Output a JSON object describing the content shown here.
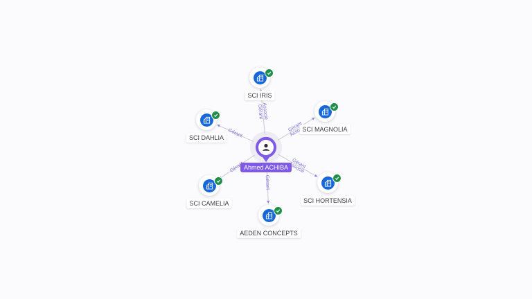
{
  "center": {
    "name": "Ahmed ACHIBA",
    "icon": "person-icon"
  },
  "companies": [
    {
      "id": "iris",
      "name": "SCI IRIS",
      "icon": "building-icon",
      "status": "active-check"
    },
    {
      "id": "magnolia",
      "name": "SCI MAGNOLIA",
      "icon": "building-icon",
      "status": "active-check"
    },
    {
      "id": "hortensia",
      "name": "SCI HORTENSIA",
      "icon": "building-icon",
      "status": "active-check"
    },
    {
      "id": "aeden",
      "name": "AEDEN CONCEPTS",
      "icon": "building-icon",
      "status": "active-check"
    },
    {
      "id": "camelia",
      "name": "SCI CAMELIA",
      "icon": "building-icon",
      "status": "active-check"
    },
    {
      "id": "dahlia",
      "name": "SCI DAHLIA",
      "icon": "building-icon",
      "status": "active-check"
    }
  ],
  "edges": [
    {
      "to": "iris",
      "labels": [
        "Gérant",
        "Associé"
      ]
    },
    {
      "to": "magnolia",
      "labels": [
        "Gérant",
        "Associé"
      ]
    },
    {
      "to": "hortensia",
      "labels": [
        "Gérant",
        "Associé"
      ]
    },
    {
      "to": "aeden",
      "labels": [
        "Gérant"
      ]
    },
    {
      "to": "camelia",
      "labels": [
        "Gérant"
      ]
    },
    {
      "to": "dahlia",
      "labels": [
        "Gérant"
      ]
    }
  ],
  "colors": {
    "accent": "#7e5ae6",
    "company": "#1667d9",
    "check": "#1f8f4a",
    "edge_label": "#7b6fd8"
  }
}
